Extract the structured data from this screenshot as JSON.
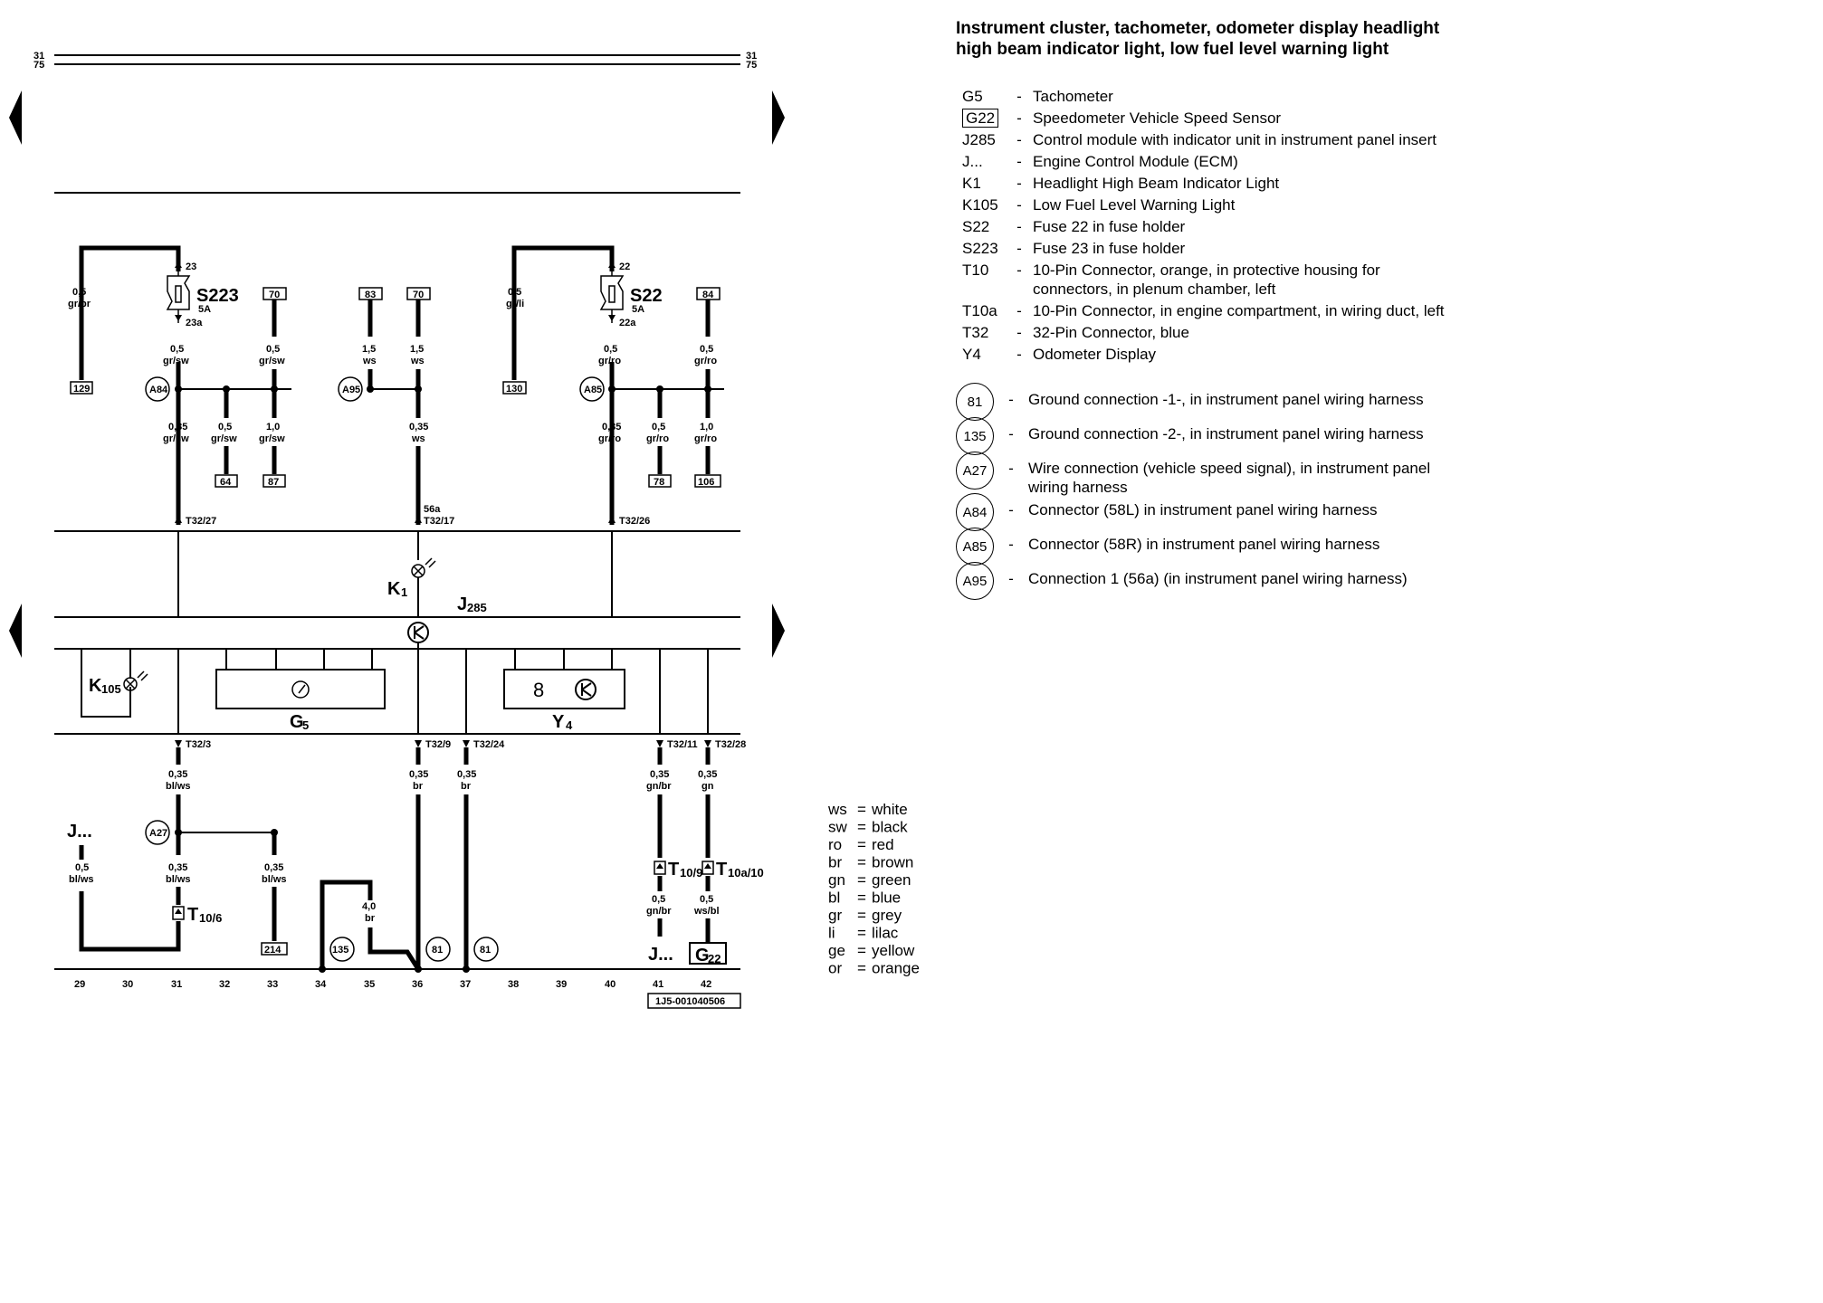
{
  "title": "Instrument cluster, tachometer, odometer display headlight high beam indicator light, low fuel level warning light",
  "components": [
    {
      "code": "G5",
      "boxed": false,
      "desc": "Tachometer"
    },
    {
      "code": "G22",
      "boxed": true,
      "desc": "Speedometer Vehicle Speed Sensor"
    },
    {
      "code": "J285",
      "boxed": false,
      "desc": "Control module with indicator unit in instrument panel insert"
    },
    {
      "code": "J...",
      "boxed": false,
      "desc": "Engine Control Module (ECM)"
    },
    {
      "code": "K1",
      "boxed": false,
      "desc": "Headlight High Beam Indicator Light"
    },
    {
      "code": "K105",
      "boxed": false,
      "desc": "Low Fuel Level Warning Light"
    },
    {
      "code": "S22",
      "boxed": false,
      "desc": "Fuse 22 in fuse holder"
    },
    {
      "code": "S223",
      "boxed": false,
      "desc": "Fuse 23 in fuse holder"
    },
    {
      "code": "T10",
      "boxed": false,
      "desc": "10-Pin Connector, orange, in protective housing for connectors, in plenum chamber, left"
    },
    {
      "code": "T10a",
      "boxed": false,
      "desc": "10-Pin Connector, in engine compartment, in wiring duct, left"
    },
    {
      "code": "T32",
      "boxed": false,
      "desc": "32-Pin Connector, blue"
    },
    {
      "code": "Y4",
      "boxed": false,
      "desc": "Odometer Display"
    }
  ],
  "grounds": [
    {
      "code": "81",
      "desc": "Ground connection -1-, in instrument panel wiring harness"
    },
    {
      "code": "135",
      "desc": "Ground connection -2-, in instrument panel wiring harness"
    },
    {
      "code": "A27",
      "desc": "Wire connection (vehicle speed signal), in instrument panel wiring harness"
    },
    {
      "code": "A84",
      "desc": "Connector (58L) in instrument panel wiring harness"
    },
    {
      "code": "A85",
      "desc": "Connector (58R) in instrument panel wiring harness"
    },
    {
      "code": "A95",
      "desc": "Connection 1 (56a) (in instrument panel wiring harness)"
    }
  ],
  "color_codes": [
    {
      "abbr": "ws",
      "name": "white"
    },
    {
      "abbr": "sw",
      "name": "black"
    },
    {
      "abbr": "ro",
      "name": "red"
    },
    {
      "abbr": "br",
      "name": "brown"
    },
    {
      "abbr": "gn",
      "name": "green"
    },
    {
      "abbr": "bl",
      "name": "blue"
    },
    {
      "abbr": "gr",
      "name": "grey"
    },
    {
      "abbr": "li",
      "name": "lilac"
    },
    {
      "abbr": "ge",
      "name": "yellow"
    },
    {
      "abbr": "or",
      "name": "orange"
    }
  ],
  "diagram": {
    "rail_labels": {
      "t31": "31",
      "t75": "75"
    },
    "columns": [
      "29",
      "30",
      "31",
      "32",
      "33",
      "34",
      "35",
      "36",
      "37",
      "38",
      "39",
      "40",
      "41",
      "42"
    ],
    "doc_number": "1J5-001040506",
    "fuse_s223": {
      "name": "S223",
      "rating": "5A",
      "pin_in": "23",
      "pin_out": "23a"
    },
    "fuse_s22": {
      "name": "S22",
      "rating": "5A",
      "pin_in": "22",
      "pin_out": "22a"
    },
    "ref_boxes": {
      "r129": "129",
      "r70a": "70",
      "r83": "83",
      "r70b": "70",
      "r130": "130",
      "r84": "84",
      "r64": "64",
      "r87": "87",
      "r78": "78",
      "r106": "106",
      "r214": "214"
    },
    "junctions": {
      "a84": "A84",
      "a95": "A95",
      "a85": "A85",
      "a27": "A27",
      "g135": "135",
      "g81a": "81",
      "g81b": "81"
    },
    "wires": {
      "w1": [
        "0,5",
        "gr/br"
      ],
      "w2": [
        "0,5",
        "gr/sw"
      ],
      "w3": [
        "0,5",
        "gr/sw"
      ],
      "w4": [
        "1,5",
        "ws"
      ],
      "w5": [
        "1,5",
        "ws"
      ],
      "w6": [
        "0,5",
        "gr/li"
      ],
      "w7": [
        "0,5",
        "gr/ro"
      ],
      "w8": [
        "0,5",
        "gr/ro"
      ],
      "w9": [
        "0,35",
        "gr/sw"
      ],
      "w10": [
        "0,5",
        "gr/sw"
      ],
      "w11": [
        "1,0",
        "gr/sw"
      ],
      "w12": [
        "0,35",
        "ws"
      ],
      "w13": [
        "0,35",
        "gr/ro"
      ],
      "w14": [
        "0,5",
        "gr/ro"
      ],
      "w15": [
        "1,0",
        "gr/ro"
      ],
      "w16": [
        "0,35",
        "bl/ws"
      ],
      "w17": [
        "0,35",
        "br"
      ],
      "w18": [
        "0,35",
        "br"
      ],
      "w19": [
        "0,35",
        "gn/br"
      ],
      "w20": [
        "0,35",
        "gn"
      ],
      "w21": [
        "0,5",
        "bl/ws"
      ],
      "w22": [
        "0,35",
        "bl/ws"
      ],
      "w23": [
        "0,35",
        "bl/ws"
      ],
      "w24": [
        "4,0",
        "br"
      ],
      "w25": [
        "0,5",
        "gn/br"
      ],
      "w26": [
        "0,5",
        "ws/bl"
      ]
    },
    "pins": {
      "p1": "T32/27",
      "p2": "56a",
      "p3": "T32/17",
      "p4": "T32/26",
      "p5": "T32/3",
      "p6": "T32/9",
      "p7": "T32/24",
      "p8": "T32/11",
      "p9": "T32/28"
    },
    "labels": {
      "k1_main": "K",
      "k1_sub": "1",
      "j285_main": "J",
      "j285_sub": "285",
      "k105_main": "K",
      "k105_sub": "105",
      "g5_main": "G",
      "g5_sub": "5",
      "y4_main": "Y",
      "y4_sub": "4",
      "odo_digit": "8",
      "j_left": "J...",
      "j_right": "J...",
      "t10_6_main": "T",
      "t10_6_sub": "10/6",
      "t10_9_main": "T",
      "t10_9_sub": "10/9",
      "t10a_main": "T",
      "t10a_sub": "10a/10",
      "g22_main": "G",
      "g22_sub": "22"
    }
  }
}
